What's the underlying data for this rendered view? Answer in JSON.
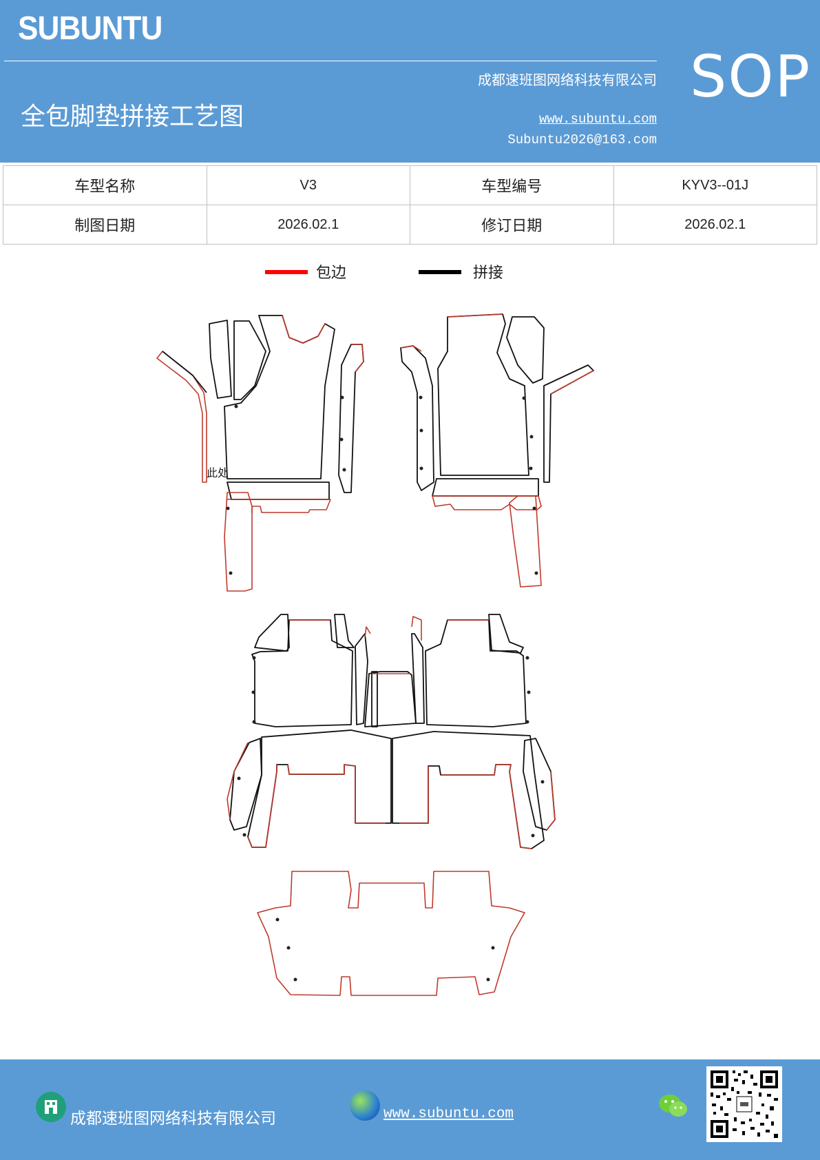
{
  "header": {
    "brand": "SUBUNTU",
    "company": "成都速班图网络科技有限公司",
    "title": "全包脚垫拼接工艺图",
    "website": "www.subuntu.com",
    "email": "Subuntu2026@163.com",
    "badge": "SOP",
    "background_color": "#5b9bd5"
  },
  "info_table": {
    "model_name_label": "车型名称",
    "model_name_value": "V3",
    "model_code_label": "车型编号",
    "model_code_value": "KYV3--01J",
    "drawing_date_label": "制图日期",
    "drawing_date_value": "2026.02.1",
    "revision_date_label": "修订日期",
    "revision_date_value": "2026.02.1"
  },
  "legend": {
    "edge_label": "包边",
    "edge_color": "#ff0000",
    "seam_label": "拼接",
    "seam_color": "#000000"
  },
  "drawing": {
    "annotation": "此处",
    "edge_color": "#c0392b",
    "seam_color": "#111111"
  },
  "footer": {
    "company": "成都速班图网络科技有限公司",
    "website": "www.subuntu.com",
    "company_icon": "building-icon",
    "web_icon": "globe-icon",
    "chat_icon": "wechat-icon"
  }
}
